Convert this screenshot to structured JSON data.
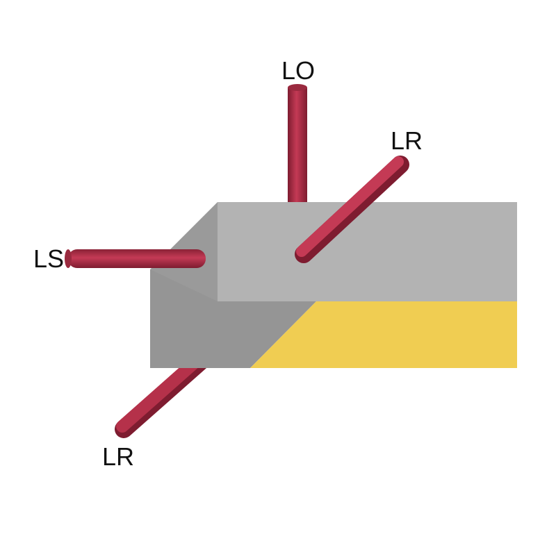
{
  "labels": {
    "top": "LO",
    "upper_right": "LR",
    "left": "LS",
    "lower_left": "LR"
  },
  "colors": {
    "background": "#ffffff",
    "block_front": "#b3b3b3",
    "block_side": "#9a9a9a",
    "block_side_dark": "#8e8e8e",
    "yellow_face": "#f0cd52",
    "rod": "#b5314a",
    "rod_dark": "#7e1c30",
    "rod_cap": "#9a2a3f",
    "label": "#111111"
  }
}
